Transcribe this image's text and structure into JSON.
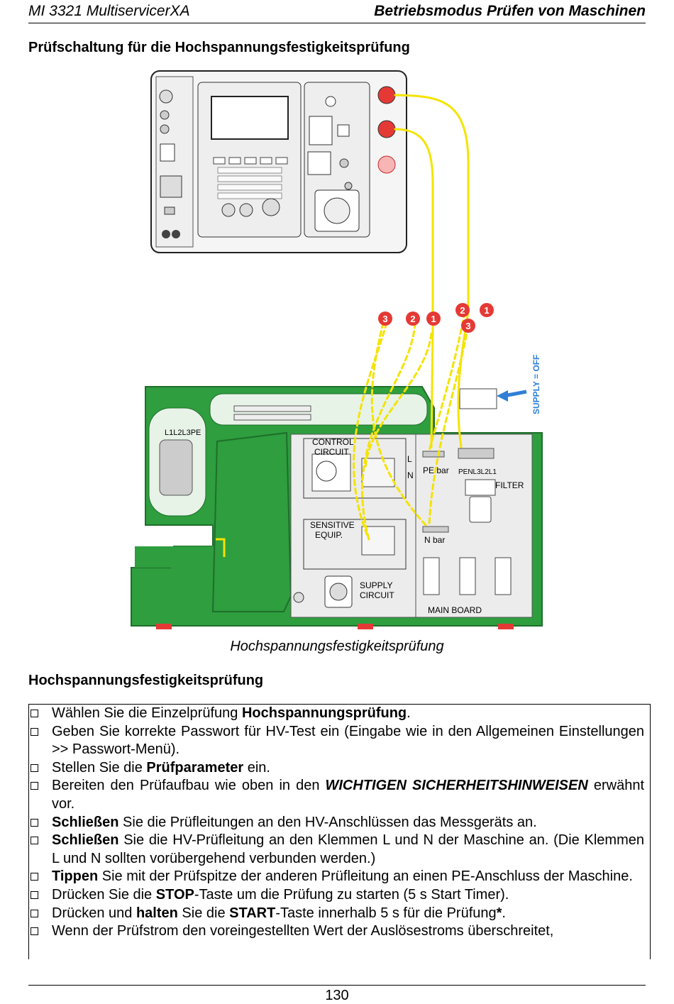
{
  "header": {
    "left": "MI 3321 MultiservicerXA",
    "right": "Betriebsmodus Prüfen von Maschinen"
  },
  "section_title": "Prüfschaltung für die Hochspannungsfestigkeitsprüfung",
  "figure": {
    "caption": "Hochspannungsfestigkeitsprüfung",
    "labels": {
      "control_circuit_1": "CONTROL",
      "control_circuit_2": "CIRCUIT",
      "sensitive_equip_1": "SENSITIVE",
      "sensitive_equip_2": "EQUIP.",
      "supply_circuit_1": "SUPPLY",
      "supply_circuit_2": "CIRCUIT",
      "main_board": "MAIN BOARD",
      "pe_bar": "PE bar",
      "n_bar": "N bar",
      "filter": "FILTER",
      "penl": "PENL3L2L1",
      "l1l2l3pe": "L1L2L3PE",
      "supply_off": "SUPPLY = OFF",
      "L": "L",
      "N": "N"
    },
    "markers": [
      "3",
      "2",
      "1",
      "2",
      "1",
      "3"
    ],
    "colors": {
      "machine": "#2e9e3e",
      "machine_dark": "#1f6e2b",
      "wire": "#f4e300",
      "marker": "#e53935",
      "arrow": "#2f7fd6"
    }
  },
  "subsection_title": "Hochspannungsfestigkeitsprüfung",
  "steps": [
    [
      {
        "t": "Wählen Sie die Einzelprüfung "
      },
      {
        "t": "Hochspannungsprüfung",
        "b": true
      },
      {
        "t": "."
      }
    ],
    [
      {
        "t": "Geben Sie korrekte Passwort für HV-Test ein (Eingabe wie in den Allgemeinen Einstellungen >> Passwort-Menü)."
      }
    ],
    [
      {
        "t": "Stellen Sie die "
      },
      {
        "t": "Prüfparameter",
        "b": true
      },
      {
        "t": " ein."
      }
    ],
    [
      {
        "t": "Bereiten den Prüfaufbau wie oben in den "
      },
      {
        "t": "WICHTIGEN SICHERHEITSHINWEISEN",
        "b": true,
        "i": true
      },
      {
        "t": " erwähnt vor."
      }
    ],
    [
      {
        "t": "Schließen",
        "b": true
      },
      {
        "t": " Sie die Prüfleitungen an den HV-Anschlüssen das Messgeräts an."
      }
    ],
    [
      {
        "t": "Schließen",
        "b": true
      },
      {
        "t": " Sie die HV-Prüfleitung an den Klemmen L und N der Maschine an. (Die Klemmen L und N sollten vorübergehend verbunden werden.)"
      }
    ],
    [
      {
        "t": "Tippen",
        "b": true
      },
      {
        "t": " Sie mit der Prüfspitze der anderen Prüfleitung an einen PE-Anschluss der Maschine."
      }
    ],
    [
      {
        "t": "Drücken Sie die "
      },
      {
        "t": "STOP",
        "b": true
      },
      {
        "t": "-Taste um die Prüfung zu starten (5 s Start Timer)."
      }
    ],
    [
      {
        "t": "Drücken und "
      },
      {
        "t": "halten",
        "b": true
      },
      {
        "t": " Sie die "
      },
      {
        "t": "START",
        "b": true
      },
      {
        "t": "-Taste innerhalb 5 s für die Prüfung"
      },
      {
        "t": "*",
        "b": true
      },
      {
        "t": "."
      }
    ],
    [
      {
        "t": "Wenn der Prüfstrom den voreingestellten Wert der Auslösestroms überschreitet,"
      }
    ]
  ],
  "page_number": "130"
}
